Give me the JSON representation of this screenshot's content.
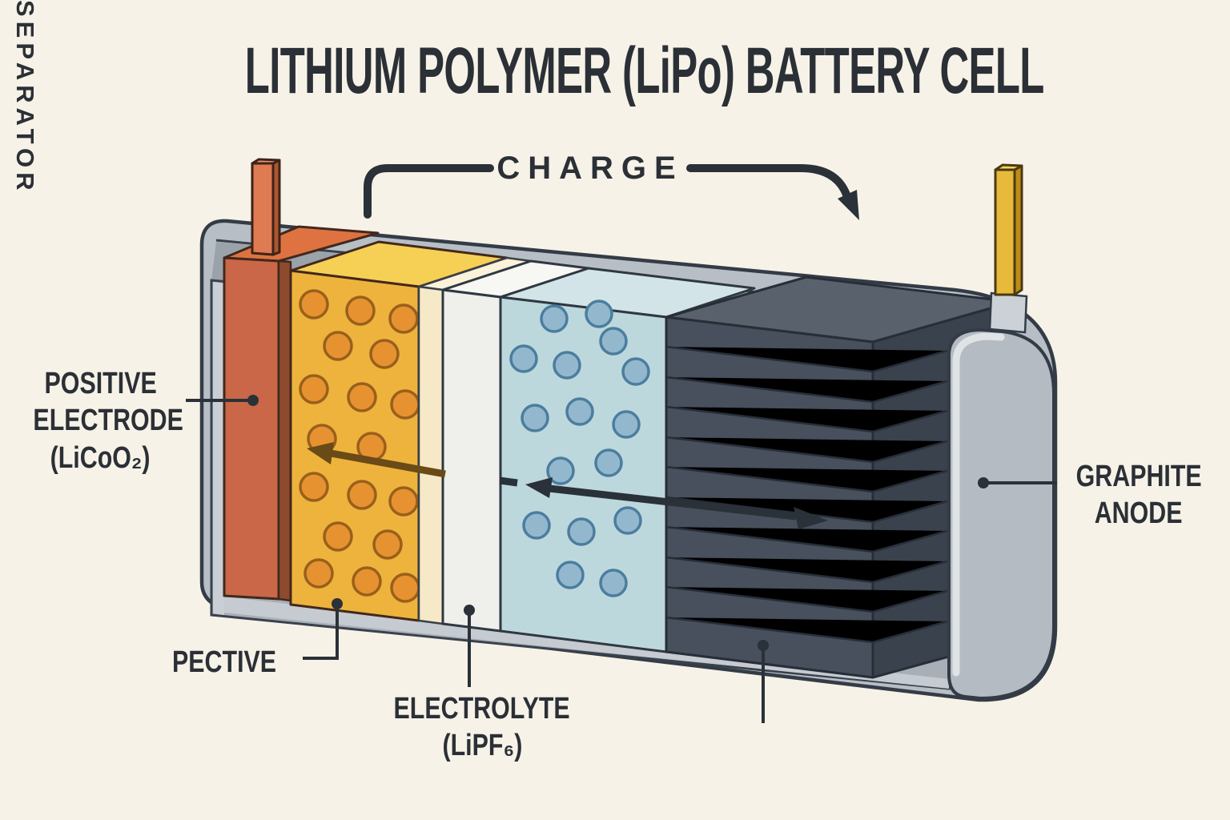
{
  "title": "LITHIUM POLYMER (LiPo) BATTERY CELL",
  "charge": {
    "label": "CHARGE"
  },
  "labels": {
    "positive_electrode": {
      "line1": "POSITIVE",
      "line2": "ELECTRODE",
      "line3": "(LiCoO₂)"
    },
    "graphite_anode": {
      "line1": "GRAPHITE",
      "line2": "ANODE"
    },
    "pective": "PECTIVE",
    "electrolyte": {
      "line1": "ELECTROLYTE",
      "line2": "(LiPF₆)"
    },
    "separator": "SEPARATOR"
  },
  "colors": {
    "background": "#f7f2e8",
    "text": "#2b3036",
    "casing": "#b7bec5",
    "casing_shadow": "#9aa2aa",
    "casing_highlight": "#dfe3e6",
    "outline": "#333c46",
    "positive_electrode_front": "#c96748",
    "positive_electrode_top": "#de7341",
    "cathode_layer_front": "#eeb33c",
    "cathode_layer_top": "#f6cf55",
    "cathode_dots": "#e79230",
    "cream_strip": "#f5e9c8",
    "separator_front": "#efefeb",
    "electrolyte_front": "#bdd8dd",
    "electrolyte_dots": "#93b8ce",
    "anode_front": "#47505c",
    "anode_side": "#3a424d",
    "anode_top": "#58616c",
    "terminal_left": "#de7b52",
    "terminal_right": "#e7ba3c",
    "arrow_dark": "#2a3138",
    "arrow_brown": "#6a4a16"
  }
}
